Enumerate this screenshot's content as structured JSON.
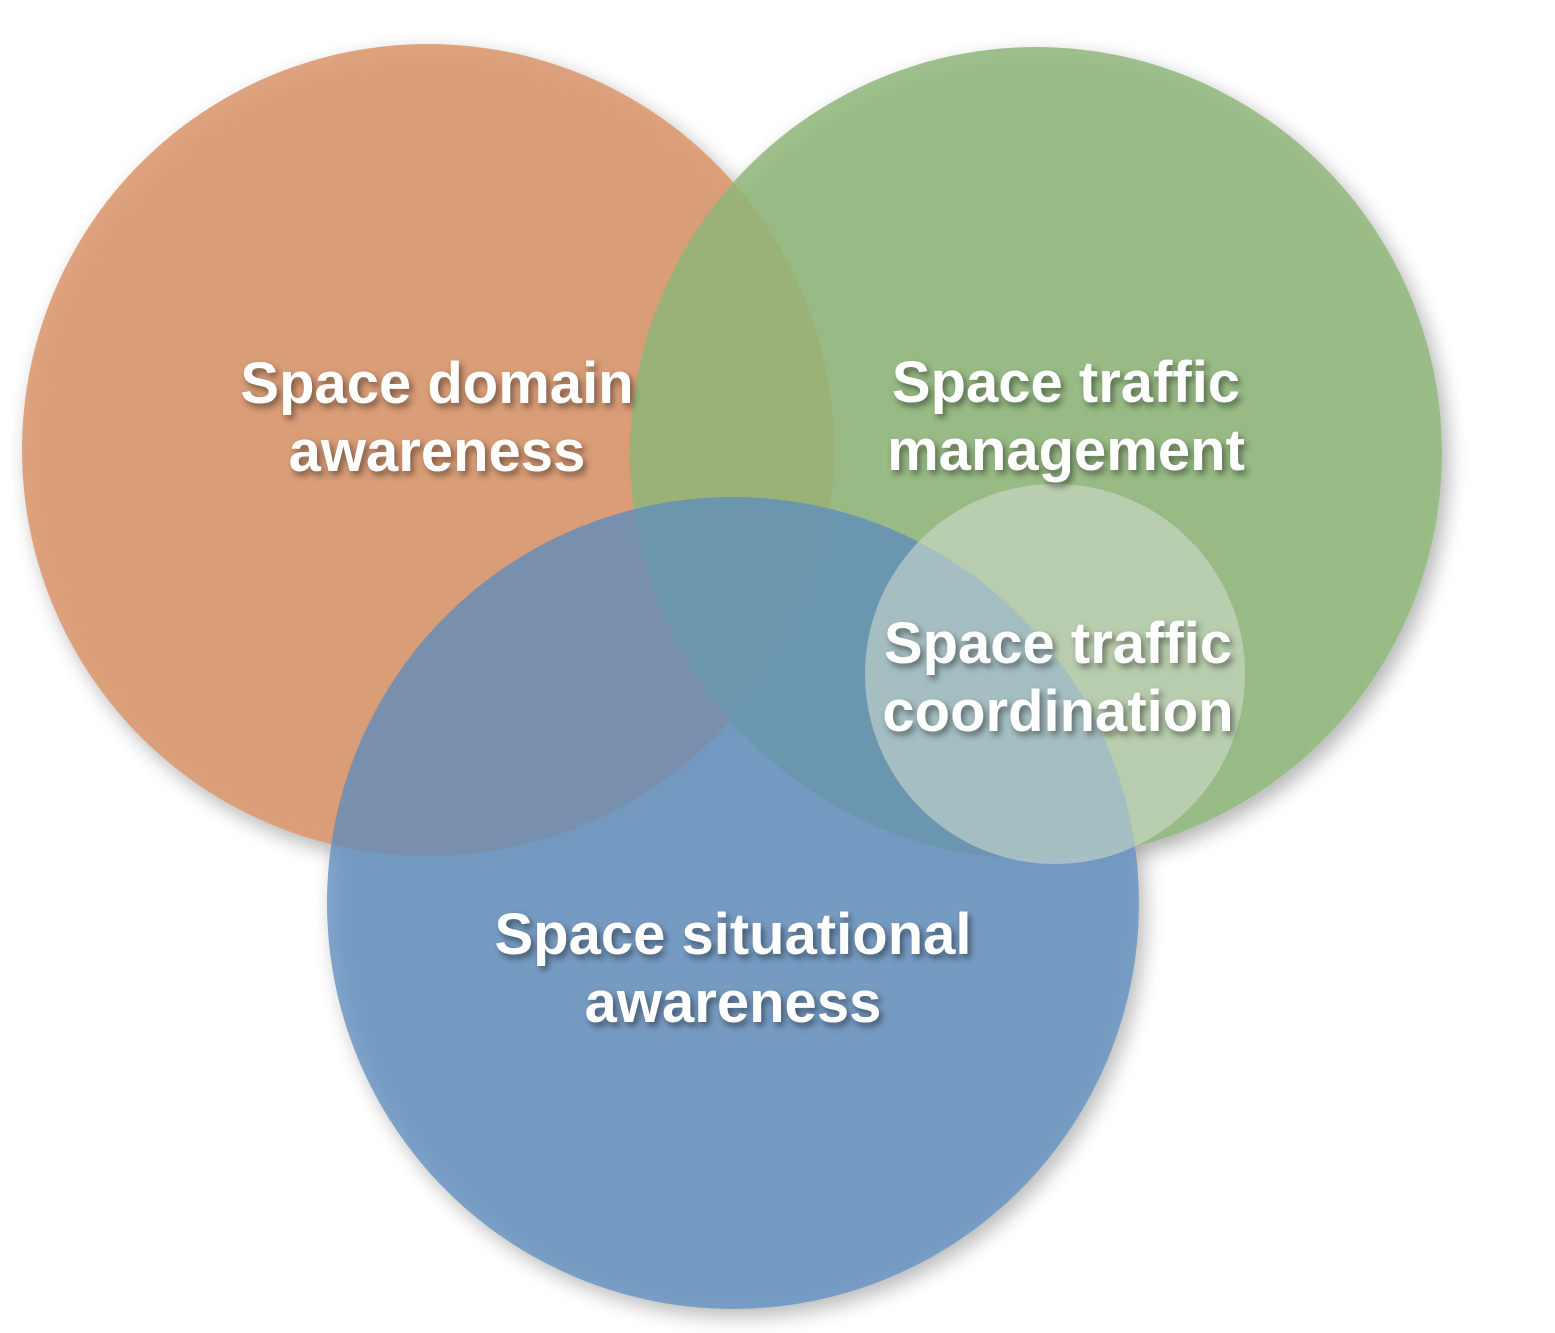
{
  "diagram": {
    "type": "venn",
    "sets": [
      {
        "id": "sda",
        "lines": [
          "Space domain",
          "awareness"
        ],
        "color": "#d9956a"
      },
      {
        "id": "stm",
        "lines": [
          "Space traffic",
          "management"
        ],
        "color": "#8fb67a"
      },
      {
        "id": "ssa",
        "lines": [
          "Space situational",
          "awareness"
        ],
        "color": "#5f8dbc"
      },
      {
        "id": "stc",
        "lines": [
          "Space traffic",
          "coordination"
        ],
        "color": "#d3dcd0"
      }
    ]
  }
}
